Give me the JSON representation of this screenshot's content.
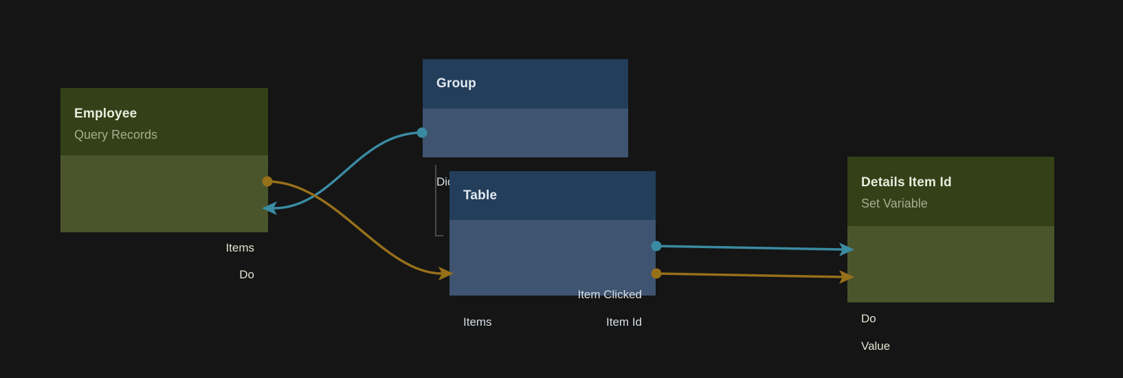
{
  "palette": {
    "background": "#151515",
    "signal_color": "#3a8ba2",
    "data_color": "#97701a",
    "hierarchy_line_color": "#4b4b4b",
    "green_header": "#344018",
    "green_body": "#4b552b",
    "blue_header": "#223e5b",
    "blue_body": "#3e5471"
  },
  "nodes": {
    "employee": {
      "title": "Employee",
      "subtitle": "Query Records",
      "theme": "green",
      "ports": [
        {
          "label": "Items",
          "side": "right",
          "kind": "data-output"
        },
        {
          "label": "Do",
          "side": "right",
          "kind": "signal-input"
        }
      ]
    },
    "group": {
      "title": "Group",
      "theme": "blue",
      "ports": [
        {
          "label": "Did Mount",
          "side": "left",
          "kind": "signal-output"
        }
      ]
    },
    "table": {
      "title": "Table",
      "theme": "blue",
      "ports": [
        {
          "label": "Item Clicked",
          "side": "right",
          "kind": "signal-output"
        },
        {
          "label": "Item Id",
          "side": "right",
          "kind": "data-output"
        },
        {
          "label": "Items",
          "side": "left",
          "kind": "data-input"
        }
      ]
    },
    "details": {
      "title": "Details Item Id",
      "subtitle": "Set Variable",
      "theme": "green",
      "ports": [
        {
          "label": "Do",
          "side": "left",
          "kind": "signal-input"
        },
        {
          "label": "Value",
          "side": "left",
          "kind": "data-input"
        }
      ]
    }
  },
  "connections": [
    {
      "from": "Group.Did Mount",
      "to": "Employee.Do",
      "type": "signal"
    },
    {
      "from": "Employee.Items",
      "to": "Table.Items",
      "type": "data"
    },
    {
      "from": "Table.Item Clicked",
      "to": "Details Item Id.Do",
      "type": "signal"
    },
    {
      "from": "Table.Item Id",
      "to": "Details Item Id.Value",
      "type": "data"
    },
    {
      "from": "Group",
      "to": "Table",
      "type": "hierarchy"
    }
  ]
}
